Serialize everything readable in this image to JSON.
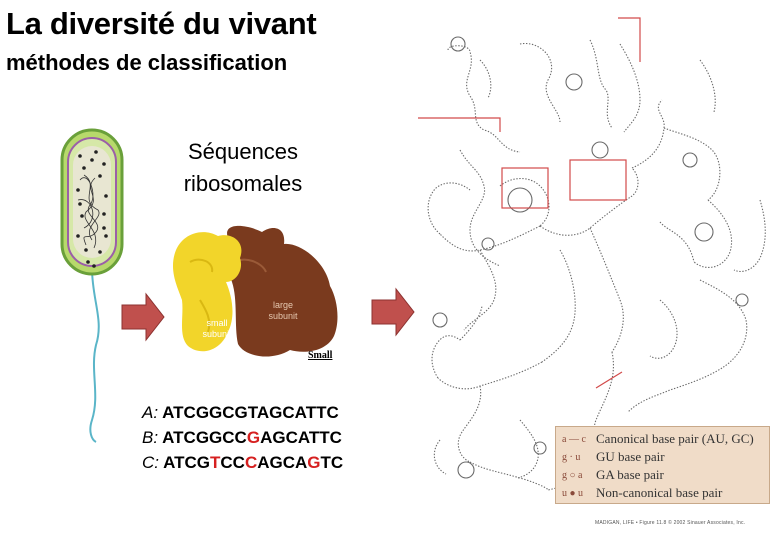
{
  "slide": {
    "title": "La diversité du vivant",
    "subtitle": "méthodes de classification",
    "heading_line1": "Séquences",
    "heading_line2": "ribosomales"
  },
  "ribosome": {
    "small_label_1": "small",
    "small_label_2": "subunit",
    "large_label_1": "large",
    "large_label_2": "subunit",
    "caption": "Small"
  },
  "sequences": [
    {
      "label": "A:",
      "parts": [
        {
          "t": "ATCGGCGTAGCATTC",
          "m": false
        }
      ]
    },
    {
      "label": "B:",
      "parts": [
        {
          "t": "ATCGGCC",
          "m": false
        },
        {
          "t": "G",
          "m": true
        },
        {
          "t": "AGCATTC",
          "m": false
        }
      ]
    },
    {
      "label": "C:",
      "parts": [
        {
          "t": "ATCG",
          "m": false
        },
        {
          "t": "T",
          "m": true
        },
        {
          "t": "CC",
          "m": false
        },
        {
          "t": "C",
          "m": true
        },
        {
          "t": "AGCA",
          "m": false
        },
        {
          "t": "G",
          "m": true
        },
        {
          "t": "TC",
          "m": false
        }
      ]
    }
  ],
  "legend": {
    "items": [
      {
        "key": "a — c",
        "label": "Canonical base pair (AU, GC)"
      },
      {
        "key": "g · u",
        "label": "GU base pair"
      },
      {
        "key": "g ○ a",
        "label": "GA base pair"
      },
      {
        "key": "u ● u",
        "label": "Non-canonical base pair"
      }
    ]
  },
  "credit": "MADIGAN, LIFE • Figure 11.8 © 2002 Sinauer Associates, Inc.",
  "colors": {
    "arrow_fill": "#c0504d",
    "mutation": "#d62020",
    "small_subunit": "#f2d52a",
    "large_subunit": "#7a3a1e",
    "legend_bg": "#f0dcc8"
  },
  "icons": [
    "bacterium-illustration",
    "ribosome-illustration",
    "rrna-secondary-structure"
  ]
}
